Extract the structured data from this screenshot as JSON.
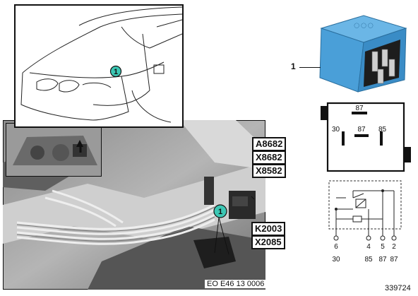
{
  "callout_number": "1",
  "part_callout": "1",
  "connector_labels": [
    "A8682",
    "X8682",
    "X8582"
  ],
  "component_labels": [
    "K2003",
    "X2085"
  ],
  "relay_symbol": {
    "top_pin": "87",
    "left_pin": "30",
    "center_pin": "87",
    "right_pin": "85"
  },
  "schematic": {
    "pin_numbers": [
      "6",
      "4",
      "5",
      "2"
    ],
    "terminal_labels": [
      "30",
      "85",
      "87",
      "87"
    ]
  },
  "photo_caption": "EO E46 13 0006",
  "diagram_number": "339724",
  "colors": {
    "relay_blue": "#4a9fd8",
    "callout_fill": "#3cc7b4"
  }
}
